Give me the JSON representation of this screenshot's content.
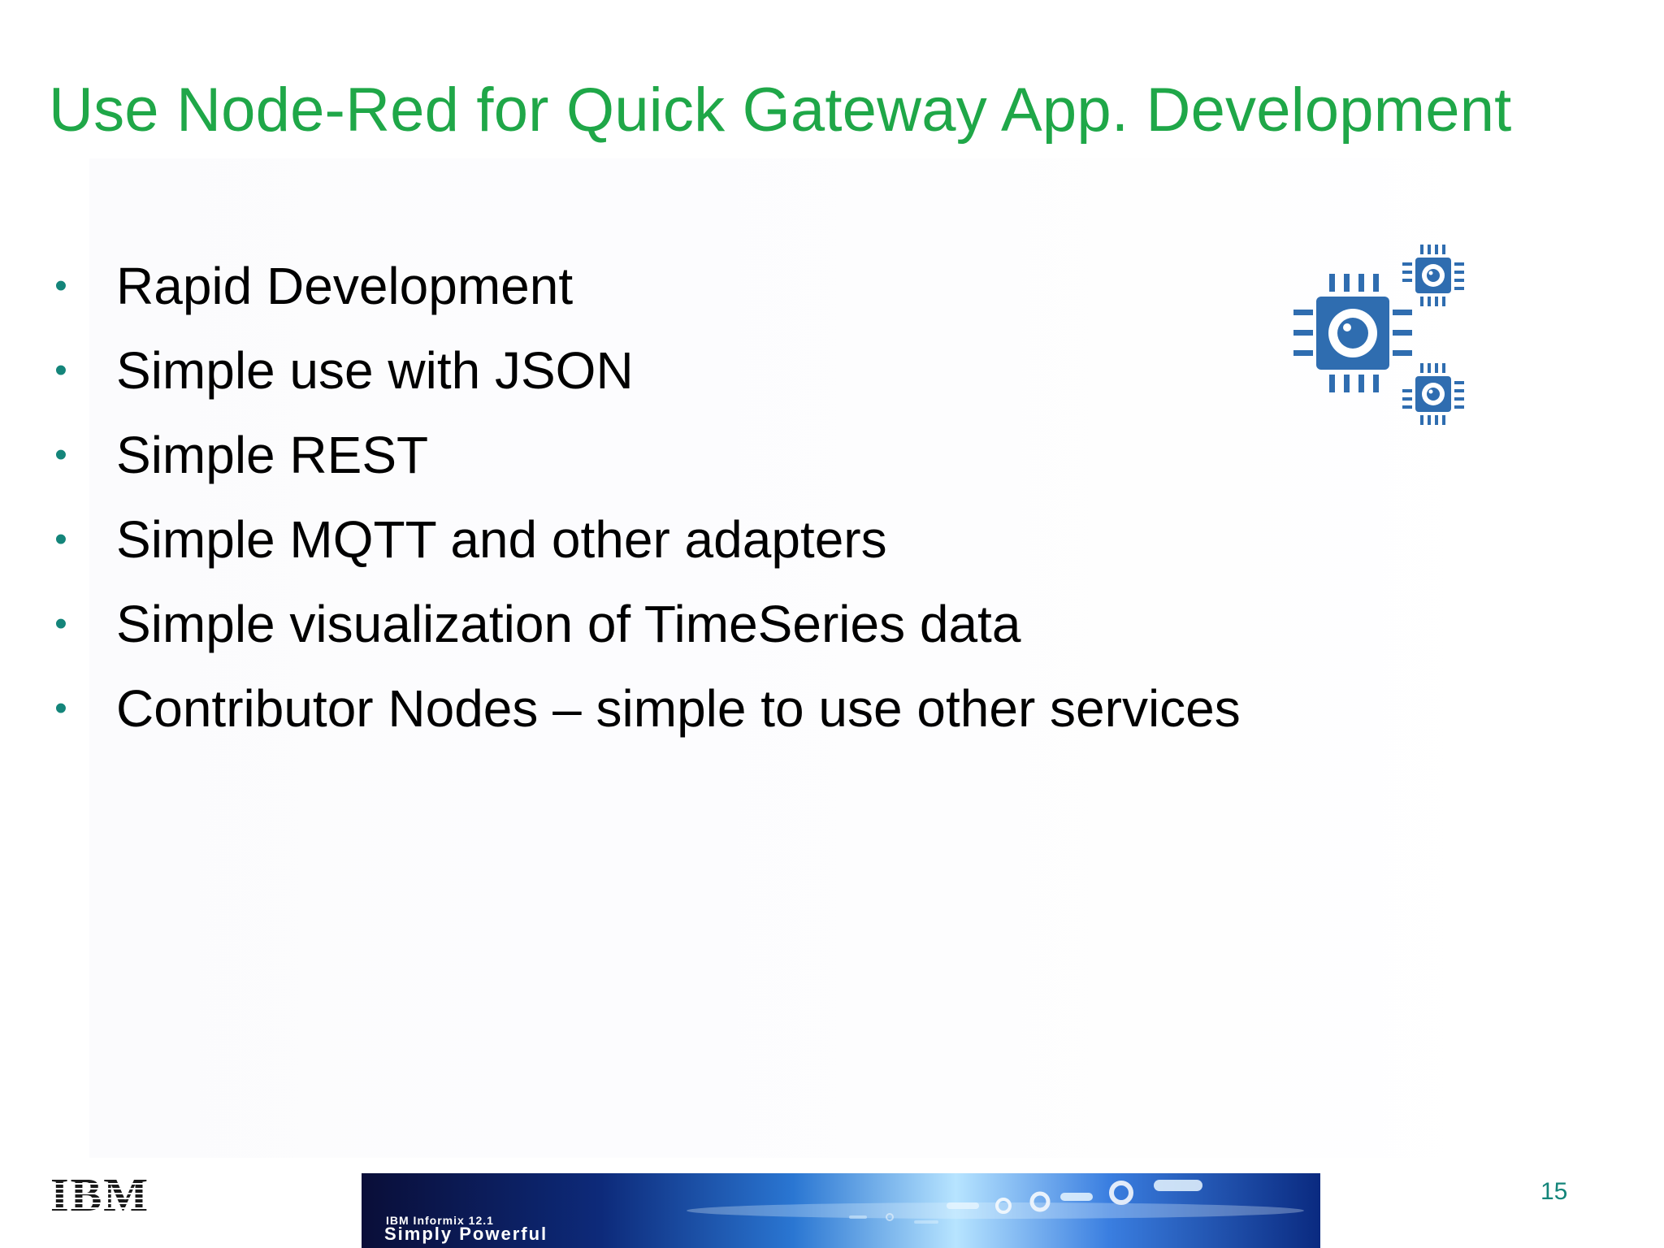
{
  "slide": {
    "title": "Use Node-Red for Quick Gateway App. Development",
    "bullet_symbol": "•",
    "bullets": [
      "Rapid Development",
      "Simple use with JSON",
      "Simple REST",
      "Simple MQTT and other adapters",
      "Simple visualization of TimeSeries data",
      "Contributor Nodes – simple to use other services"
    ],
    "icon": "microchip-cluster-icon",
    "page_number": "15"
  },
  "footer": {
    "logo": "IBM",
    "banner_line1": "IBM Informix 12.1",
    "banner_line2": "Simply Powerful"
  },
  "colors": {
    "title": "#1fa748",
    "bullet": "#14857a",
    "text": "#000000",
    "icon": "#2f6db0"
  }
}
